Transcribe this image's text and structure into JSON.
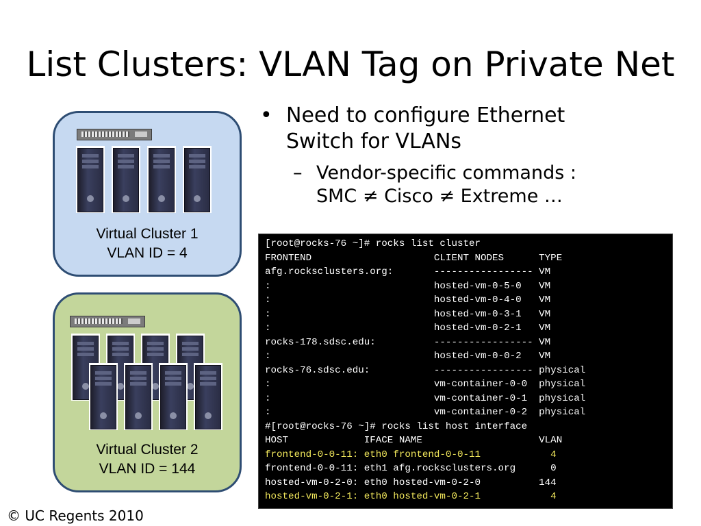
{
  "slide": {
    "title": "List Clusters: VLAN Tag on Private Net",
    "footer": "© UC Regents 2010"
  },
  "bullets": {
    "main": {
      "marker": "•",
      "text1": "Need to configure Ethernet",
      "text2": "Switch for VLANs"
    },
    "sub": {
      "marker": "–",
      "text1": "Vendor-specific commands :",
      "text2": "SMC ≠ Cisco ≠  Extreme …"
    }
  },
  "clusters": [
    {
      "label1": "Virtual Cluster 1",
      "label2": "VLAN ID = 4"
    },
    {
      "label1": "Virtual Cluster 2",
      "label2": "VLAN ID = 144"
    }
  ],
  "terminal": {
    "lines": [
      "[root@rocks-76 ~]# rocks list cluster",
      "FRONTEND                     CLIENT NODES      TYPE",
      "afg.rocksclusters.org:       ----------------- VM",
      ":                            hosted-vm-0-5-0   VM",
      ":                            hosted-vm-0-4-0   VM",
      ":                            hosted-vm-0-3-1   VM",
      ":                            hosted-vm-0-2-1   VM",
      "rocks-178.sdsc.edu:          ----------------- VM",
      ":                            hosted-vm-0-0-2   VM",
      "rocks-76.sdsc.edu:           ----------------- physical",
      ":                            vm-container-0-0  physical",
      ":                            vm-container-0-1  physical",
      ":                            vm-container-0-2  physical",
      "#[root@rocks-76 ~]# rocks list host interface",
      "HOST             IFACE NAME                    VLAN",
      "frontend-0-0-11: eth0 frontend-0-0-11            4",
      "frontend-0-0-11: eth1 afg.rocksclusters.org      0",
      "hosted-vm-0-2-0: eth0 hosted-vm-0-2-0          144",
      "hosted-vm-0-2-1: eth0 hosted-vm-0-2-1            4"
    ],
    "highlight_color": "#f2e85c"
  }
}
